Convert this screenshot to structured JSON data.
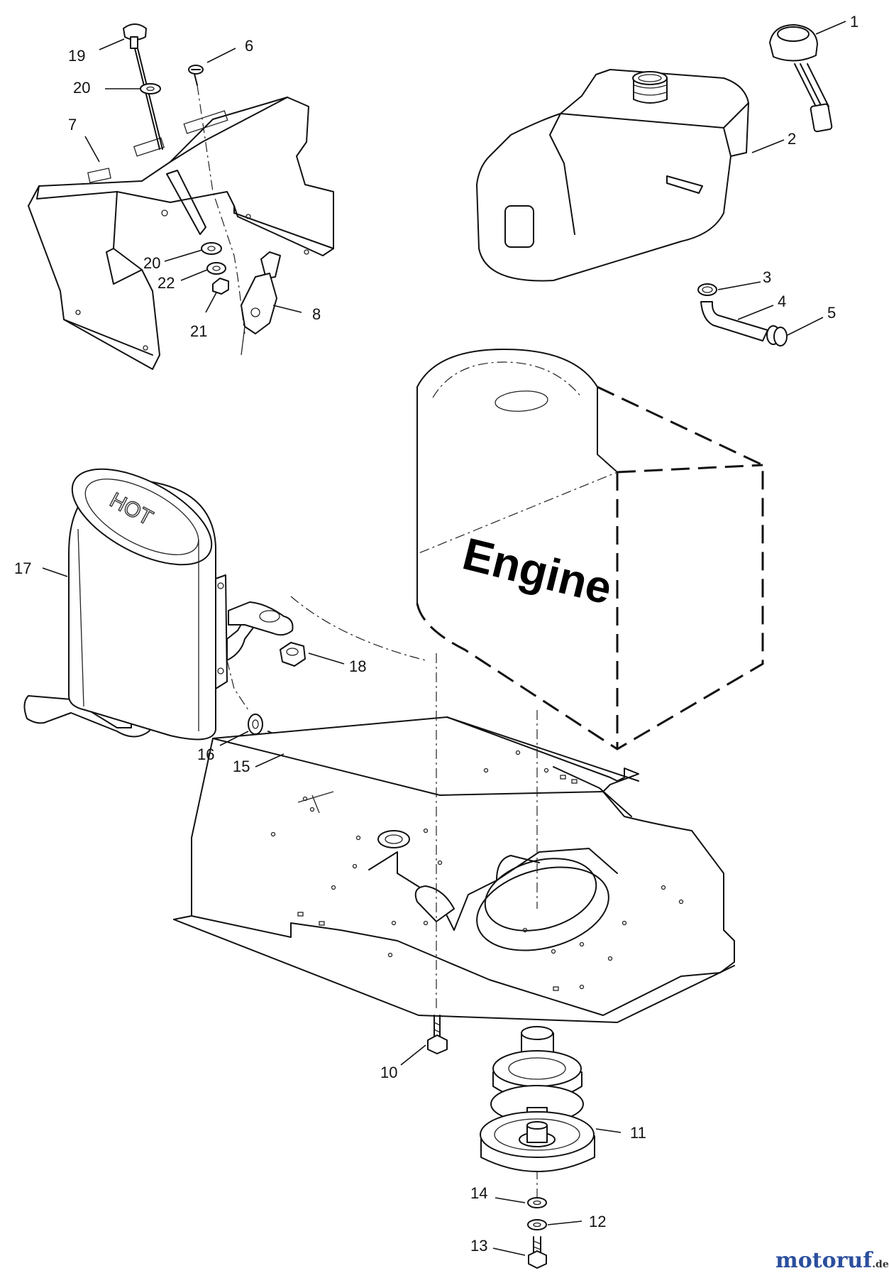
{
  "diagram": {
    "engine_label": "Engine",
    "muffler_label": "HOT",
    "callouts": [
      {
        "id": "c1",
        "text": "1"
      },
      {
        "id": "c2",
        "text": "2"
      },
      {
        "id": "c3",
        "text": "3"
      },
      {
        "id": "c4",
        "text": "4"
      },
      {
        "id": "c5",
        "text": "5"
      },
      {
        "id": "c6",
        "text": "6"
      },
      {
        "id": "c7",
        "text": "7"
      },
      {
        "id": "c8",
        "text": "8"
      },
      {
        "id": "c10",
        "text": "10"
      },
      {
        "id": "c11",
        "text": "11"
      },
      {
        "id": "c12",
        "text": "12"
      },
      {
        "id": "c13",
        "text": "13"
      },
      {
        "id": "c14",
        "text": "14"
      },
      {
        "id": "c15",
        "text": "15"
      },
      {
        "id": "c16",
        "text": "16"
      },
      {
        "id": "c17",
        "text": "17"
      },
      {
        "id": "c18",
        "text": "18"
      },
      {
        "id": "c19",
        "text": "19"
      },
      {
        "id": "c20a",
        "text": "20"
      },
      {
        "id": "c20b",
        "text": "20"
      },
      {
        "id": "c21",
        "text": "21"
      },
      {
        "id": "c22",
        "text": "22"
      }
    ]
  },
  "watermark": {
    "name": "motoruf",
    "tld": ".de",
    "colors": {
      "moto": "#2b4f9e",
      "ruf": "#e0a000"
    }
  }
}
